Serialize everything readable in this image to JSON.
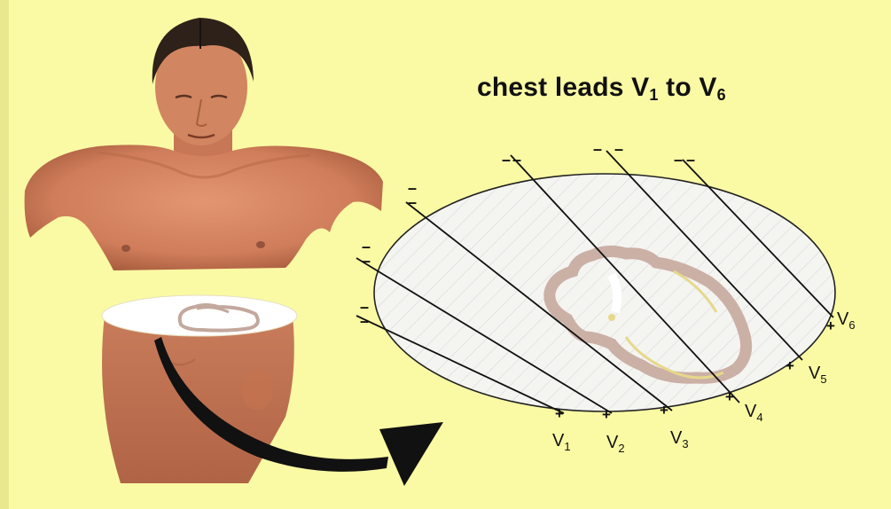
{
  "title": {
    "prefix": "chest leads V",
    "sub1": "1",
    "middle": " to V",
    "sub2": "6"
  },
  "lead_prefix": "V",
  "leads": [
    {
      "sub": "1",
      "sign_pos": "+",
      "sign_neg": "–",
      "neg_sign_b": "–"
    },
    {
      "sub": "2",
      "sign_pos": "+",
      "sign_neg": "–",
      "neg_sign_b": "–"
    },
    {
      "sub": "3",
      "sign_pos": "+",
      "sign_neg": "–",
      "neg_sign_b": "–"
    },
    {
      "sub": "4",
      "sign_pos": "+",
      "sign_neg": "–",
      "neg_sign_b": "–"
    },
    {
      "sub": "5",
      "sign_pos": "+",
      "sign_neg": "–",
      "neg_sign_b": "–"
    },
    {
      "sub": "6",
      "sign_pos": "+",
      "sign_neg": "–",
      "neg_sign_b": "–"
    }
  ],
  "colors": {
    "background": "#fafaa4",
    "ellipse_fill": "#f4f4f1",
    "heart": "#c9aea4",
    "heart_highlight": "#e3d98a",
    "lead_lines": "#111111",
    "arrow": "#111111",
    "skin": "#d98a66"
  },
  "icons": {
    "torso": "human-torso-illustration",
    "cross_section": "chest-cross-section",
    "arrow": "curved-arrow",
    "heart": "heart-cross-section"
  }
}
